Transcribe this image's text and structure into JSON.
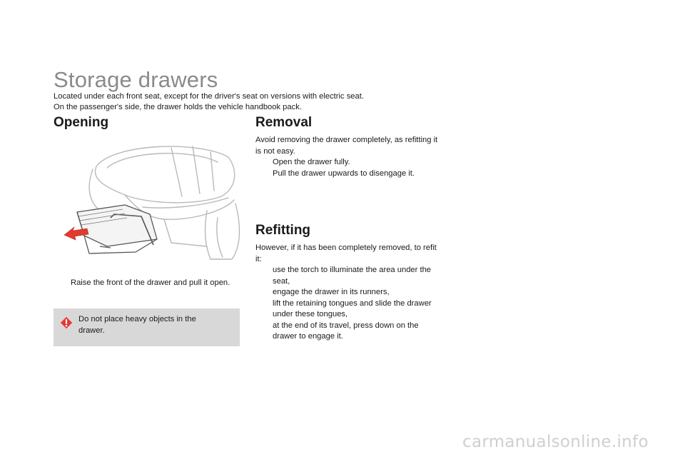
{
  "header": {
    "title": "Storage drawers",
    "intro_line1": "Located under each front seat, except for the driver's seat on versions with electric seat.",
    "intro_line2": "On the passenger's side, the drawer holds the vehicle handbook pack."
  },
  "opening": {
    "heading": "Opening",
    "bullets": [
      "Raise the front of the drawer and pull it open."
    ],
    "warning": "Do not place heavy objects in the drawer.",
    "warning_icon": "warning-icon"
  },
  "removal": {
    "heading": "Removal",
    "text": "Avoid removing the drawer completely, as refitting it is not easy.",
    "bullets": [
      "Open the drawer fully.",
      "Pull the drawer upwards to disengage it."
    ]
  },
  "refitting": {
    "heading": "Refitting",
    "text": "However, if it has been completely removed, to refit it:",
    "bullets": [
      "use the torch to illuminate the area under the seat,",
      "engage the drawer in its runners,",
      "lift the retaining tongues and slide the drawer under these tongues,",
      "at the end of its travel, press down on the drawer to engage it."
    ]
  },
  "bullet_symbol": "",
  "watermark": "carmanualsonline.info",
  "colors": {
    "title": "#8a8a8a",
    "warning_bg": "#d8d8d8",
    "warning_icon": "#e53935",
    "arrow": "#e23b2e"
  }
}
